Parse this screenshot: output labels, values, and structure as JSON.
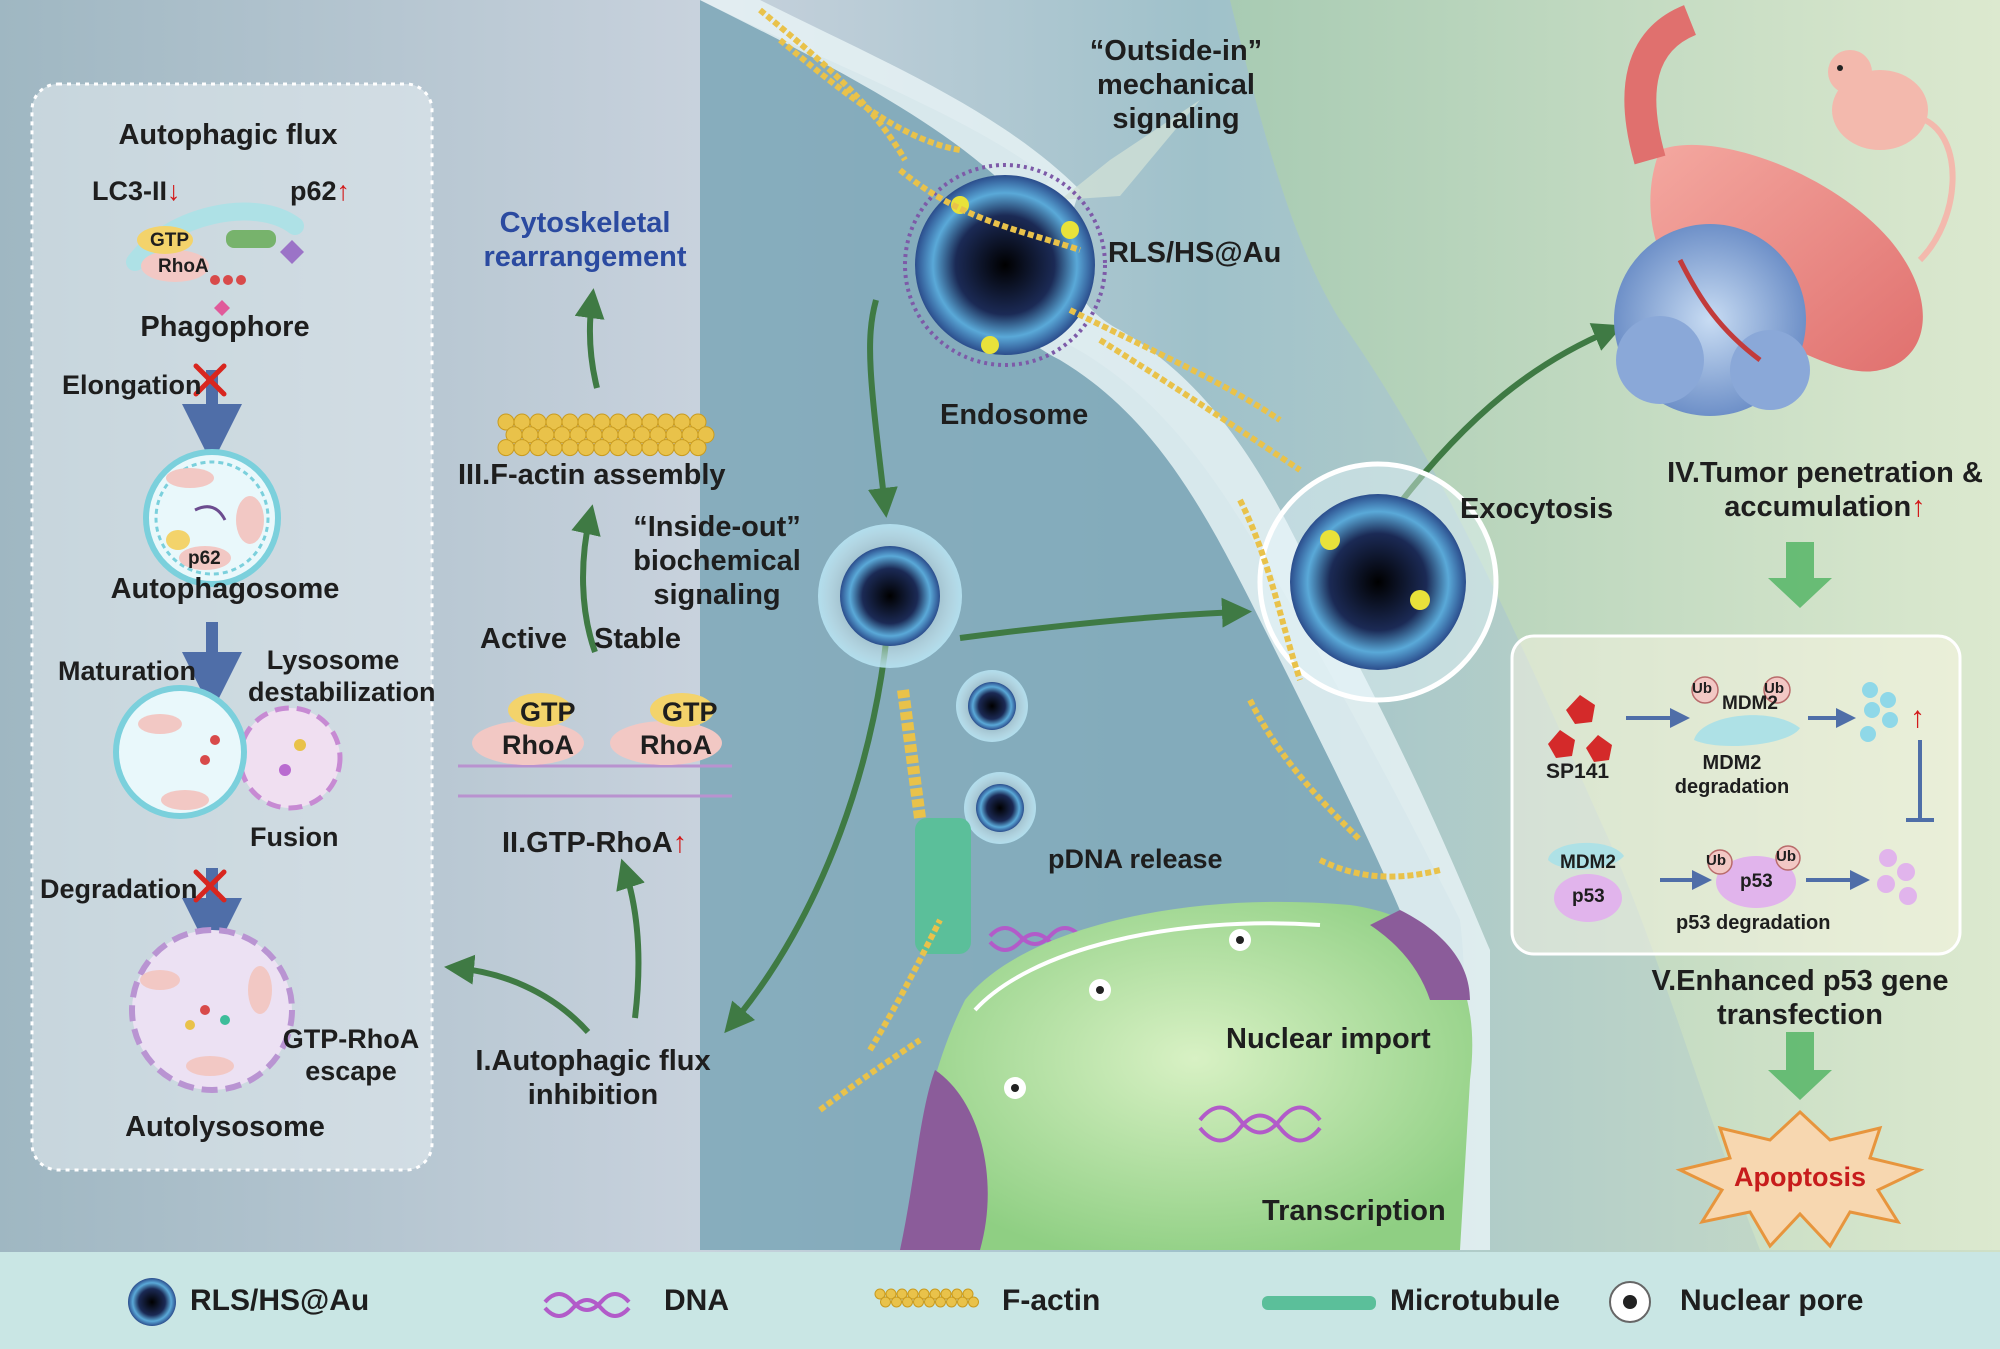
{
  "left_panel": {
    "title": "Autophagic flux",
    "lc3": "LC3-II",
    "p62": "p62",
    "phagophore": "Phagophore",
    "elongation": "Elongation",
    "autophagosome": "Autophagosome",
    "maturation": "Maturation",
    "lysosome_destab": "Lysosome destabilization",
    "fusion": "Fusion",
    "degradation": "Degradation",
    "gtp_rhoa_escape": "GTP-RhoA escape",
    "autolysosome": "Autolysosome",
    "small_rhoa": "RhoA",
    "small_gtp": "GTP",
    "small_p62": "p62"
  },
  "middle": {
    "cytoskeletal": "Cytoskeletal rearrangement",
    "factin_assembly": "III.F-actin assembly",
    "active": "Active",
    "stable": "Stable",
    "gtp": "GTP",
    "rhoa": "RhoA",
    "gtp_rhoa_label": "II.GTP-RhoA",
    "autophagic_inhibition": "I.Autophagic flux inhibition",
    "inside_out": "“Inside-out” biochemical signaling",
    "outside_in": "“Outside-in” mechanical signaling",
    "rls": "RLS/HS@Au",
    "endosome": "Endosome",
    "pdna": "pDNA release",
    "exocytosis": "Exocytosis",
    "nuclear_import": "Nuclear import",
    "transcription": "Transcription"
  },
  "right": {
    "tumor": "IV.Tumor penetration & accumulation",
    "sp141": "SP141",
    "mdm2": "MDM2",
    "mdm2_degradation": "MDM2 degradation",
    "ub": "Ub",
    "p53": "p53",
    "p53_degradation": "p53 degradation",
    "enhanced": "V.Enhanced p53 gene transfection",
    "apoptosis": "Apoptosis"
  },
  "legend": {
    "rls": "RLS/HS@Au",
    "dna": "DNA",
    "factin": "F-actin",
    "microtubule": "Microtubule",
    "nuclear_pore": "Nuclear pore"
  },
  "colors": {
    "arrow_green": "#3f7a44",
    "flow_blue": "#4f6ea8",
    "up_red": "#d21a1a",
    "factin_gold": "#e9c24a",
    "rhoa_pink": "#f2c8c4",
    "gtp_yellow": "#f3d36b",
    "nucleus_green": "#b7e3a4",
    "apoptosis_text": "#c71c1c"
  }
}
